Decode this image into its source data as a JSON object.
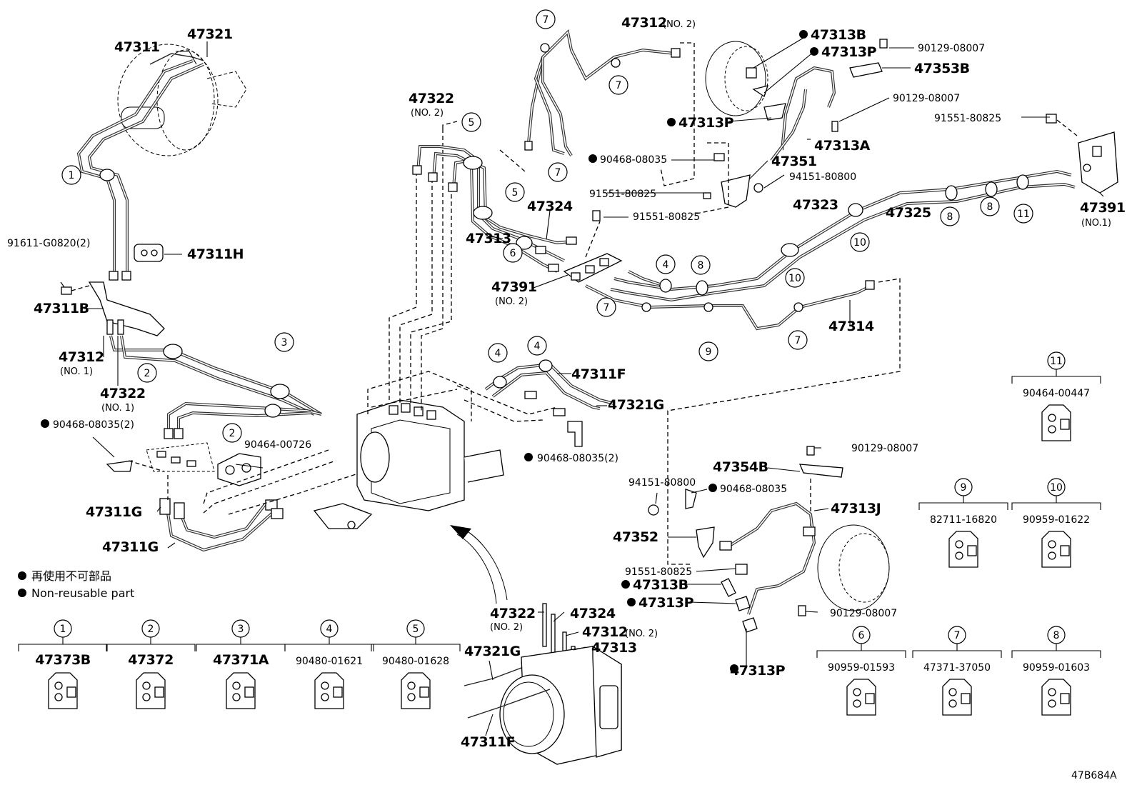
{
  "parts": {
    "p47311_top": "47311",
    "p47321_top": "47321",
    "p47312_no2_top": "47312",
    "p47312_no2_top_sub": "(NO. 2)",
    "p47313B_top": "47313B",
    "p47313P_top": "47313P",
    "p90129_top1": "90129-08007",
    "p47353B": "47353B",
    "p90129_top2": "90129-08007",
    "p47313P_mid": "47313P",
    "p47313A": "47313A",
    "p91551_right": "91551-80825",
    "p90468_mid": "90468-08035",
    "p47351": "47351",
    "p94151_top": "94151-80800",
    "p91551_mid1": "91551-80825",
    "p91551_mid2": "91551-80825",
    "p47322_no2_left": "47322",
    "p47322_no2_left_sub": "(NO. 2)",
    "p47324_mid": "47324",
    "p47313_mid": "47313",
    "p47391_no2": "47391",
    "p47391_no2_sub": "(NO. 2)",
    "p47323": "47323",
    "p47325": "47325",
    "p47391_no1": "47391",
    "p47391_no1_sub": "(NO.1)",
    "p47314": "47314",
    "p91611": "91611-G0820(2)",
    "p47311H": "47311H",
    "p47311B": "47311B",
    "p47312_no1": "47312",
    "p47312_no1_sub": "(NO. 1)",
    "p47322_no1": "47322",
    "p47322_no1_sub": "(NO. 1)",
    "p90468_left": "90468-08035(2)",
    "p90464_00726": "90464-00726",
    "p47311G_1": "47311G",
    "p47311G_2": "47311G",
    "p47311F_mid": "47311F",
    "p47321G_mid": "47321G",
    "p90468_mid2": "90468-08035(2)",
    "p90129_low1": "90129-08007",
    "p47354B": "47354B",
    "p94151_low": "94151-80800",
    "p90468_low": "90468-08035",
    "p47313J": "47313J",
    "p47352": "47352",
    "p91551_low": "91551-80825",
    "p47313B_low": "47313B",
    "p47313P_low": "47313P",
    "p90129_low2": "90129-08007",
    "p47313P_bottom": "47313P",
    "p47322_no2_bottom": "47322",
    "p47322_no2_bottom_sub": "(NO. 2)",
    "p47324_bottom": "47324",
    "p47312_no2_bottom": "47312",
    "p47312_no2_bottom_sub": "(NO. 2)",
    "p47313_bottom": "47313",
    "p47321G_bottom": "47321G",
    "p47311F_bottom": "47311F"
  },
  "legend": {
    "line_jp": "再使用不可部品",
    "line_en": "Non-reusable part"
  },
  "clamp_table": [
    {
      "num": "1",
      "part": "47373B"
    },
    {
      "num": "2",
      "part": "47372"
    },
    {
      "num": "3",
      "part": "47371A"
    },
    {
      "num": "4",
      "part": "90480-01621"
    },
    {
      "num": "5",
      "part": "90480-01628"
    },
    {
      "num": "6",
      "part": "90959-01593"
    },
    {
      "num": "7",
      "part": "47371-37050"
    },
    {
      "num": "8",
      "part": "90959-01603"
    },
    {
      "num": "9",
      "part": "82711-16820"
    },
    {
      "num": "10",
      "part": "90959-01622"
    },
    {
      "num": "11",
      "part": "90464-00447"
    }
  ],
  "callouts": {
    "c1": "1",
    "c2a": "2",
    "c2b": "2",
    "c3": "3",
    "c4a": "4",
    "c4b": "4",
    "c4c": "4",
    "c5a": "5",
    "c5b": "5",
    "c6": "6",
    "c7a": "7",
    "c7b": "7",
    "c7c": "7",
    "c7d": "7",
    "c7e": "7",
    "c8a": "8",
    "c8b": "8",
    "c8c": "8",
    "c9": "9",
    "c10a": "10",
    "c10b": "10",
    "c11": "11"
  },
  "drawing_code": "47B684A",
  "colors": {
    "line": "#000000",
    "background": "#ffffff"
  }
}
